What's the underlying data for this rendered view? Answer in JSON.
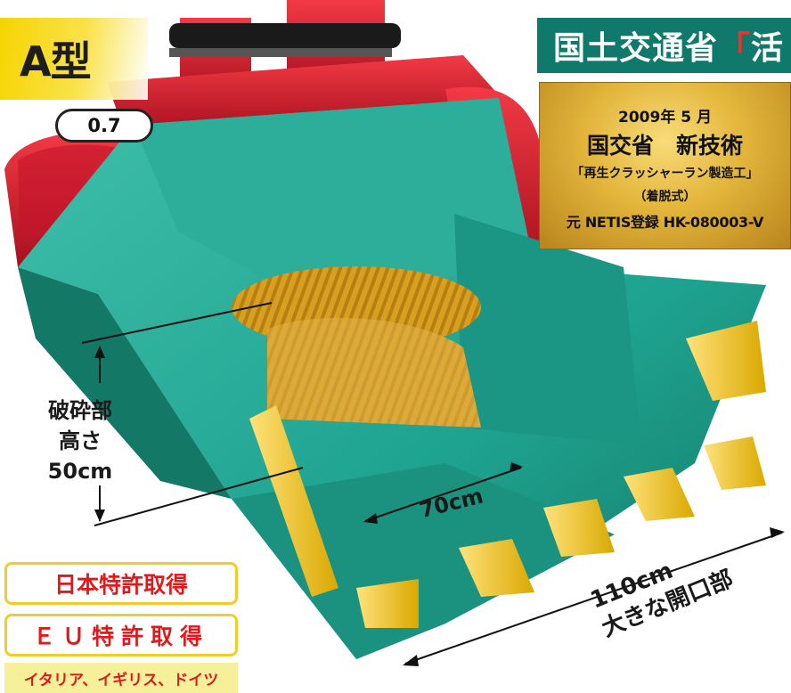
{
  "type_badge": "A型",
  "capacity": "0.7",
  "mlit_banner": {
    "text": "国土交通省",
    "accent_char": "「",
    "cut_glyph": "活"
  },
  "netis_plaque": {
    "date": "2009年 5 月",
    "heading": "国交省　新技術",
    "method": "「再生クラッシャーラン製造工」",
    "mount_type": "（着脱式）",
    "registration": "元 NETIS登録 HK-080003-V"
  },
  "dimensions": {
    "height_line1": "破砕部",
    "height_line2": "高さ",
    "height_value": "50cm",
    "inner_width": "70cm",
    "opening_value": "110cm",
    "opening_label": "大きな開口部"
  },
  "patents": {
    "japan": "日本特許取得",
    "eu": "ＥＵ特許取得",
    "countries": "イタリア、イギリス、ドイツ"
  },
  "colors": {
    "body": "#1fa391",
    "body_shadow": "#137865",
    "body_highlight": "#3fbfab",
    "red": "#d9192c",
    "red_dark": "#8e0f1c",
    "yellow_teeth": "#f2c62c",
    "drum": "#d8a021",
    "banner": "#0f7a6c",
    "patent_red": "#e0191b",
    "patent_border": "#f3cc28",
    "type_badge_yellow": "#f6d400"
  }
}
